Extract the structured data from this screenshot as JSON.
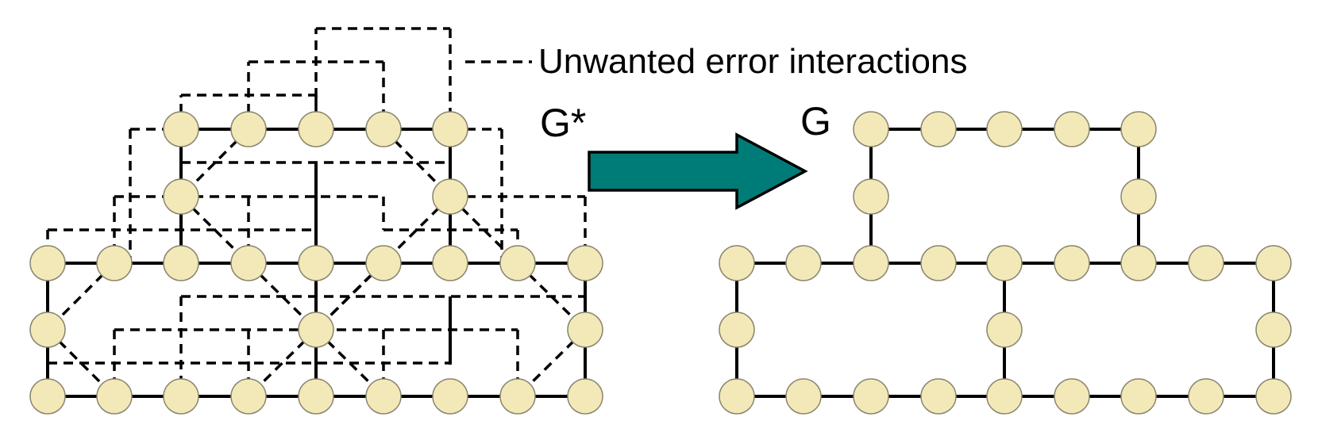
{
  "labels": {
    "legend_text": "Unwanted error interactions",
    "left_graph_label": "G*",
    "right_graph_label": "G"
  },
  "colors": {
    "node_fill": "#f3e9b8",
    "node_stroke": "#8a8670",
    "edge_stroke": "#000000",
    "arrow_fill": "#007c78",
    "arrow_stroke": "#000000"
  },
  "icons": {
    "transform_arrow": "right-arrow-icon"
  }
}
